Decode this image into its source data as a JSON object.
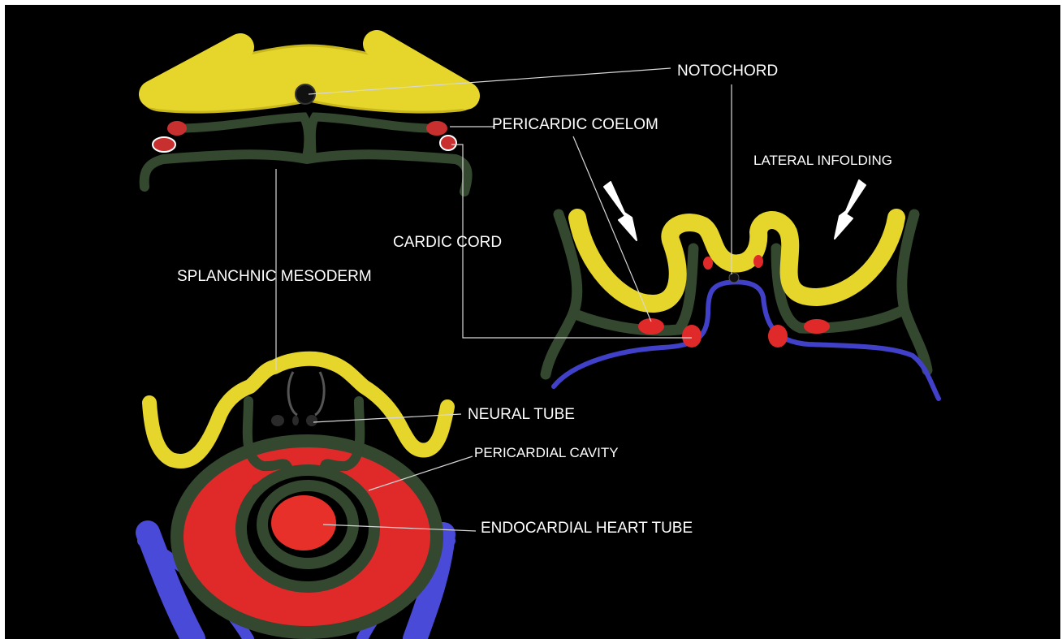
{
  "labels": {
    "notochord": "NOTOCHORD",
    "pericardic_coelom": "PERICARDIC COELOM",
    "lateral_infolding": "LATERAL INFOLDING",
    "cardic_cord": "CARDIC CORD",
    "splanchnic_mesoderm": "SPLANCHNIC MESODERM",
    "neural_tube": "NEURAL TUBE",
    "pericardial_cavity": "PERICARDIAL CAVITY",
    "endocardial_heart_tube": "ENDOCARDIAL HEART TUBE"
  },
  "colors": {
    "background": "#000000",
    "ectoderm": "#e6d52a",
    "mesoderm": "#34472f",
    "coelom": "#e02a2a",
    "endoderm": "#4040c8",
    "leader": "#d8d8d8",
    "arrow": "#ffffff"
  }
}
